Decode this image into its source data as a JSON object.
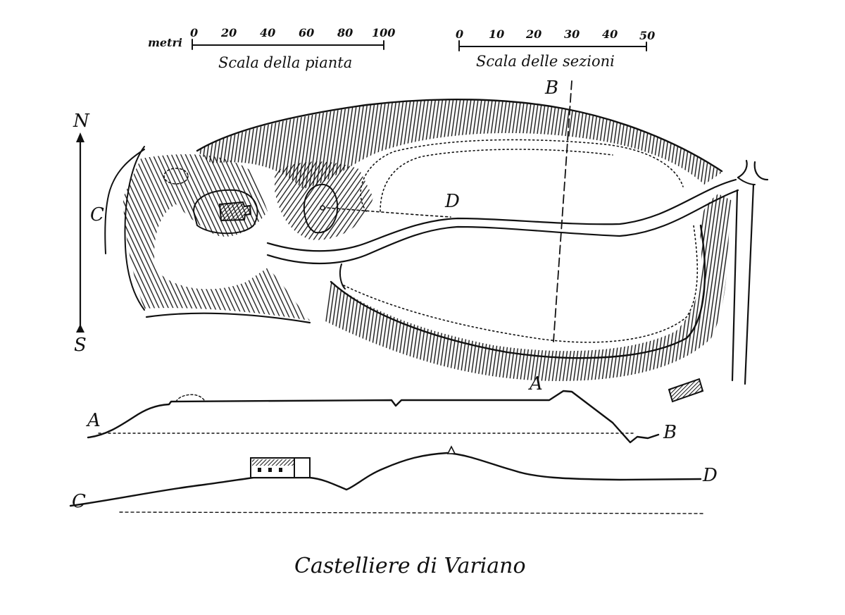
{
  "title": "Castelliere di Variano",
  "scale_plan": {
    "unit": "metri",
    "ticks": [
      "0",
      "20",
      "40",
      "60",
      "80",
      "100"
    ],
    "label": "Scala della pianta"
  },
  "scale_sections": {
    "ticks": [
      "0",
      "10",
      "20",
      "30",
      "40",
      "50"
    ],
    "label": "Scala delle sezioni"
  },
  "compass": {
    "north": "N",
    "south": "S"
  },
  "section_points": {
    "a": "A",
    "b": "B",
    "c": "C",
    "d": "D"
  },
  "colors": {
    "ink": "#111111",
    "paper": "#ffffff"
  }
}
